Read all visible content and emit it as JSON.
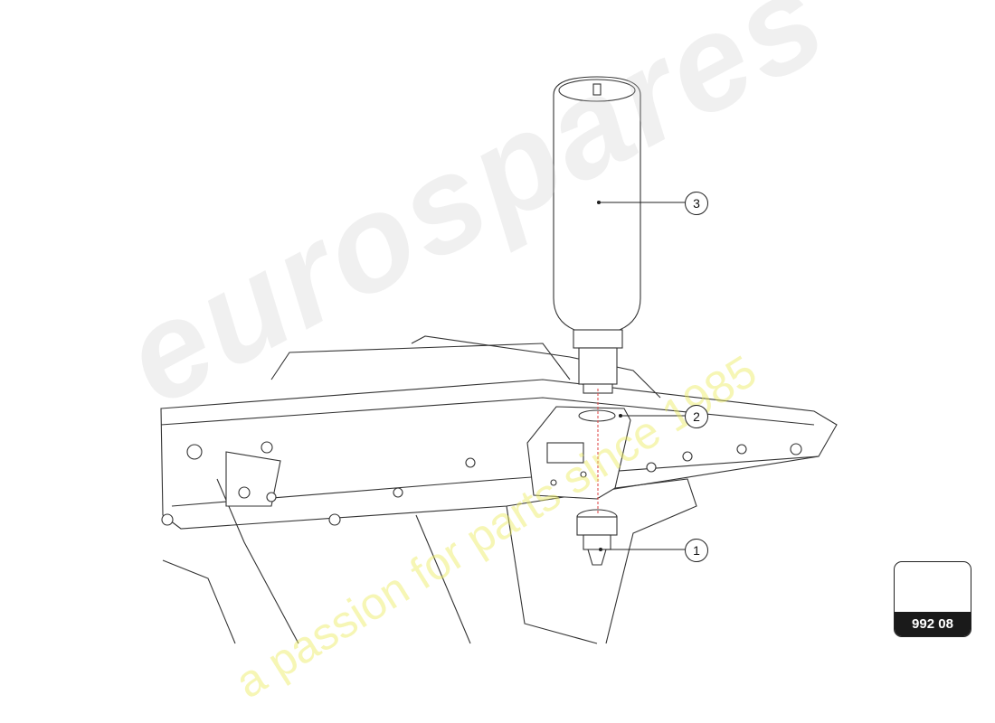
{
  "diagram": {
    "callouts": [
      {
        "label": "1"
      },
      {
        "label": "2"
      },
      {
        "label": "3"
      }
    ],
    "page_code": "992 08",
    "guide_line_color": "#e05050"
  },
  "watermark": {
    "logo": "eurospares",
    "tagline": "a passion for parts since 1985"
  }
}
